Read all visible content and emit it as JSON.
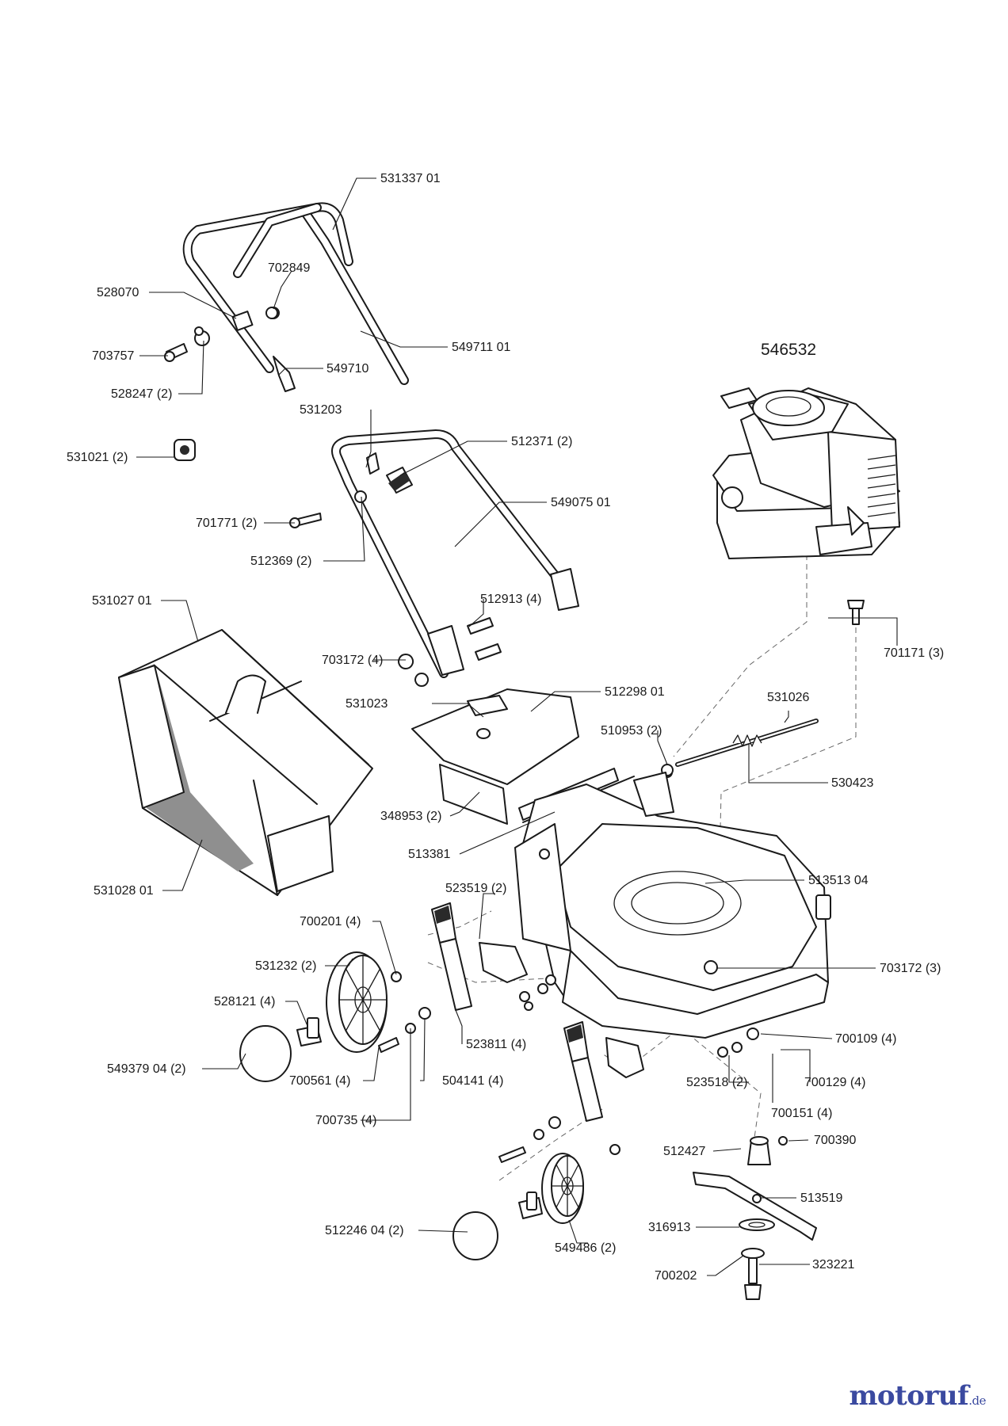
{
  "labels": {
    "l531337": "531337 01",
    "l702849": "702849",
    "l528070": "528070",
    "l549711": "549711 01",
    "l703757": "703757",
    "l549710": "549710",
    "l528247": "528247 (2)",
    "l546532": "546532",
    "l531203": "531203",
    "l531021": "531021 (2)",
    "l512371": "512371 (2)",
    "l549075": "549075 01",
    "l701771": "701771 (2)",
    "l512369": "512369 (2)",
    "l531027": "531027 01",
    "l512913": "512913 (4)",
    "l701171": "701171 (3)",
    "l703172a": "703172 (4)",
    "l531023": "531023",
    "l512298": "512298 01",
    "l531026": "531026",
    "l510953": "510953 (2)",
    "l530423": "530423",
    "l348953": "348953 (2)",
    "l513381": "513381",
    "l531028": "531028 01",
    "l513513": "513513 04",
    "l523519": "523519 (2)",
    "l700201": "700201 (4)",
    "l531232": "531232 (2)",
    "l703172b": "703172 (3)",
    "l528121": "528121 (4)",
    "l523811": "523811 (4)",
    "l700109": "700109 (4)",
    "l549379": "549379 04 (2)",
    "l504141": "504141 (4)",
    "l700561": "700561 (4)",
    "l523518": "523518 (2)",
    "l700129": "700129 (4)",
    "l700151": "700151 (4)",
    "l700735": "700735 (4)",
    "l700390": "700390",
    "l512427": "512427",
    "l513519": "513519",
    "l316913": "316913",
    "l512246": "512246 04 (2)",
    "l549486": "549486 (2)",
    "l323221": "323221",
    "l700202": "700202"
  },
  "watermark": {
    "brand": "motoruf",
    "tld": ".de"
  },
  "icons": {
    "mower": "lawn-mower-exploded-diagram"
  }
}
